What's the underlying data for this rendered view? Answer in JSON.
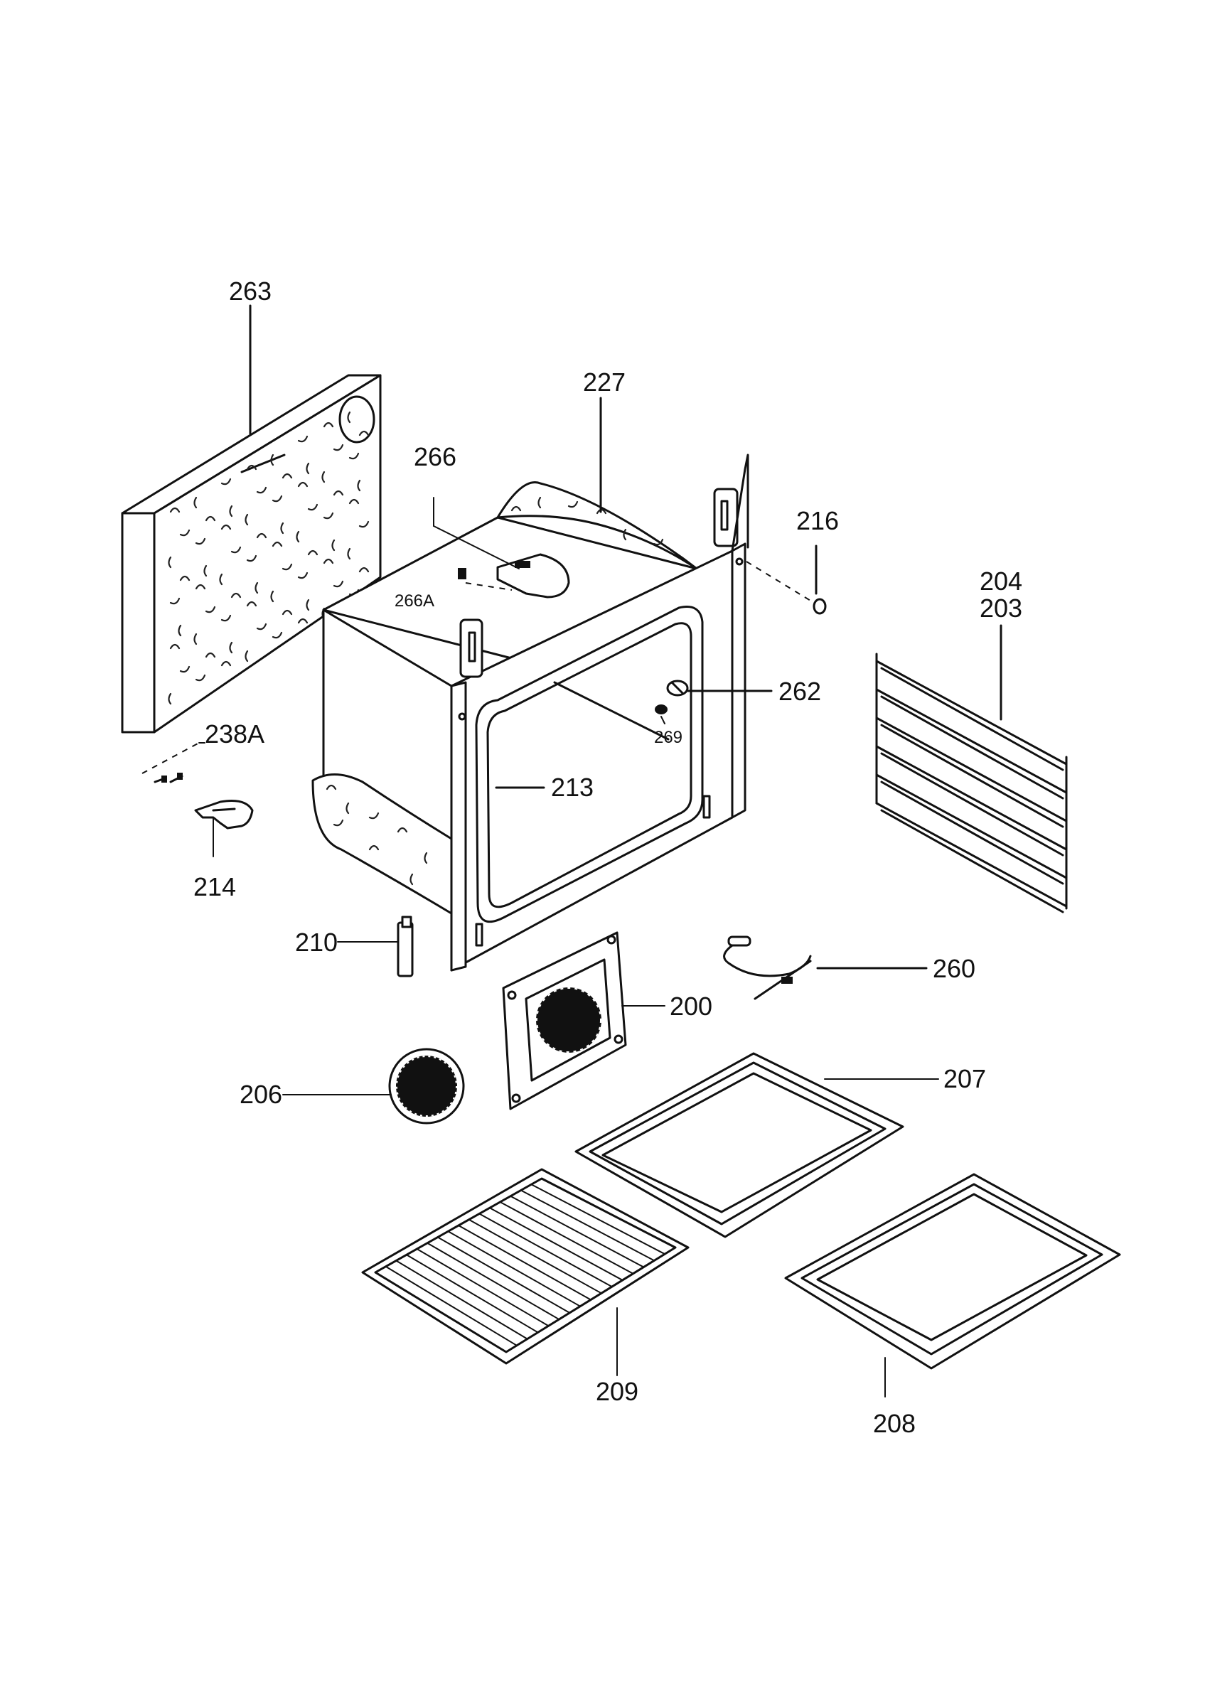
{
  "labels": {
    "p263": "263",
    "p227": "227",
    "p266": "266",
    "p266a": "266A",
    "p216": "216",
    "p204": "204",
    "p203": "203",
    "p262": "262",
    "p269": "269",
    "p238a": "238A",
    "p213": "213",
    "p214": "214",
    "p210": "210",
    "p200": "200",
    "p260": "260",
    "p206": "206",
    "p207": "207",
    "p209": "209",
    "p208": "208"
  }
}
